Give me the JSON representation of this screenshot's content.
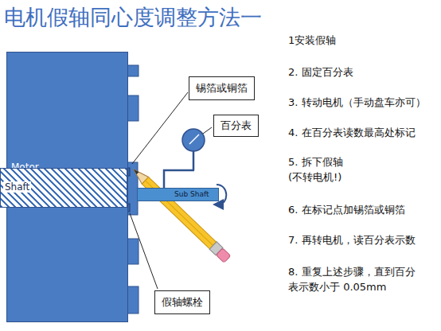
{
  "diagram": {
    "title": "电机假轴同心度调整方法一",
    "nodes": [
      {
        "text": [
          "Motor"
        ]
      },
      {
        "text": [
          "Shaft"
        ]
      },
      {
        "text": [
          "Sub Shaft"
        ]
      },
      {
        "text": [
          "锡箔或铜箔"
        ]
      },
      {
        "text": [
          "百分表"
        ]
      },
      {
        "text": [
          "假轴螺栓"
        ]
      }
    ],
    "labels": [
      "1安装假轴",
      "2. 固定百分表",
      "3. 转动电机（手动盘车亦可）",
      "4. 在百分表读数最高处标记",
      "5. 拆下假轴 (不转电机!)",
      "6. 在标记点加锡箔或铜箔",
      "7. 再转电机，读百分表示数",
      "8. 重复上述步骤，直到百分 表示数小于 0.05mm"
    ]
  }
}
